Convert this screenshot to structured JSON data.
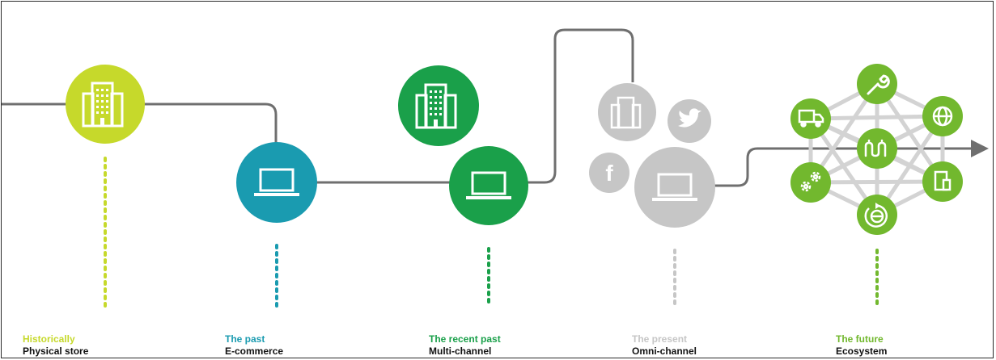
{
  "colors": {
    "historically": "#c6d92b",
    "past": "#1a9bb0",
    "recent_past": "#1aa04a",
    "present": "#c6c6c6",
    "future": "#72b82e",
    "line": "#6f6f6f"
  },
  "stages": [
    {
      "era": "Historically",
      "channel": "Physical store"
    },
    {
      "era": "The past",
      "channel": "E-commerce"
    },
    {
      "era": "The recent past",
      "channel": "Multi-channel"
    },
    {
      "era": "The present",
      "channel": "Omni-channel"
    },
    {
      "era": "The future",
      "channel": "Ecosystem"
    }
  ],
  "icons": {
    "historically": [
      "building-icon"
    ],
    "past": [
      "laptop-icon"
    ],
    "recent_past": [
      "building-icon",
      "laptop-icon"
    ],
    "present": [
      "building-icon",
      "twitter-icon",
      "facebook-icon",
      "laptop-icon"
    ],
    "future": [
      "wrench-icon",
      "truck-icon",
      "globe-icon",
      "people-network-icon",
      "gears-icon",
      "tablet-icon",
      "global-cycle-icon"
    ]
  },
  "present_text": {
    "facebook_glyph": "f"
  }
}
